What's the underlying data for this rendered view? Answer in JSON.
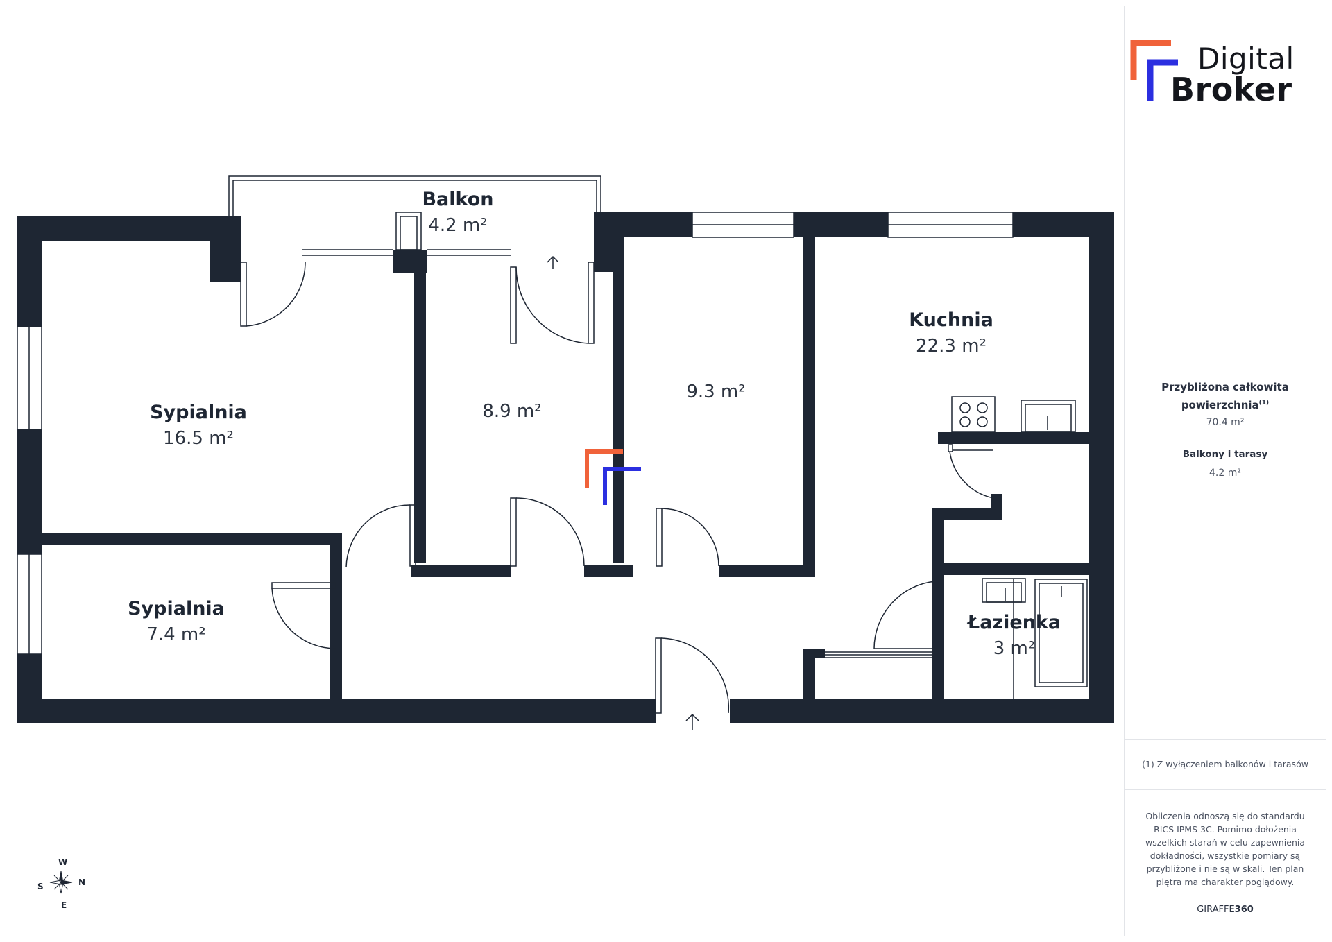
{
  "brand": {
    "logo_line1": "Digital",
    "logo_line2": "Broker",
    "logo_colors": {
      "orange": "#f0623a",
      "blue": "#2b2fe0"
    },
    "footer_left": "GIRAFFE",
    "footer_right": "360"
  },
  "rooms": [
    {
      "id": "balkon",
      "name": "Balkon",
      "area": "4.2 m²"
    },
    {
      "id": "sypialnia1",
      "name": "Sypialnia",
      "area": "16.5 m²"
    },
    {
      "id": "room89",
      "name": "",
      "area": "8.9 m²"
    },
    {
      "id": "room93",
      "name": "",
      "area": "9.3 m²"
    },
    {
      "id": "kuchnia",
      "name": "Kuchnia",
      "area": "22.3 m²"
    },
    {
      "id": "sypialnia2",
      "name": "Sypialnia",
      "area": "7.4 m²"
    },
    {
      "id": "lazienka",
      "name": "Łazienka",
      "area": "3 m²"
    }
  ],
  "summary": {
    "total_label_1": "Przybliżona całkowita",
    "total_label_2": "powierzchnia",
    "total_footnote_mark": "(1)",
    "total_value": "70.4 m²",
    "balcony_label": "Balkony i tarasy",
    "balcony_value": "4.2 m²"
  },
  "footnote": "(1) Z wyłączeniem balkonów i tarasów",
  "disclaimer": [
    "Obliczenia odnoszą się do standardu",
    "RICS IPMS 3C. Pomimo dołożenia",
    "wszelkich starań w celu zapewnienia",
    "dokładności, wszystkie pomiary są",
    "przybliżone i nie są w skali. Ten plan",
    "piętra ma charakter poglądowy."
  ],
  "compass": {
    "w": "W",
    "n": "N",
    "s": "S",
    "e": "E"
  },
  "colors": {
    "wall": "#1e2633",
    "line": "#1e2633"
  }
}
